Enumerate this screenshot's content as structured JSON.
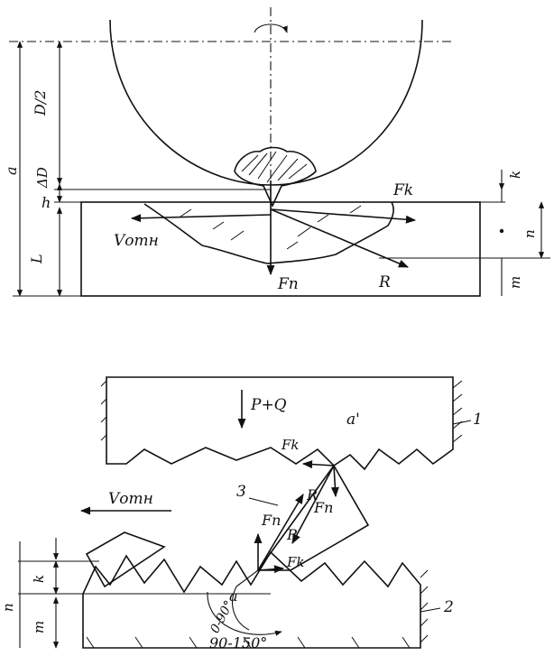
{
  "top_diagram": {
    "labels": {
      "a": "a",
      "delta_d": "ΔD",
      "d_half": "D/2",
      "h": "h",
      "l": "L",
      "k": "k",
      "n": "n",
      "m": "m",
      "fk": "Fk",
      "fn": "Fn",
      "r": "R",
      "v_otn": "Vотн"
    }
  },
  "bottom_diagram": {
    "labels": {
      "p_q": "P+Q",
      "num_1": "1",
      "num_2": "2",
      "num_3": "3",
      "a_prime": "a'",
      "a": "a",
      "fk_upper": "Fk",
      "fn_upper": "Fn",
      "r_upper": "R",
      "fn_lower": "Fn",
      "r_lower": "R",
      "fk_lower": "Fk",
      "v_otn": "Vотн",
      "k": "k",
      "m": "m",
      "n": "n",
      "angle_0_90": "0-90°",
      "angle_90_150": "90-150°"
    }
  }
}
